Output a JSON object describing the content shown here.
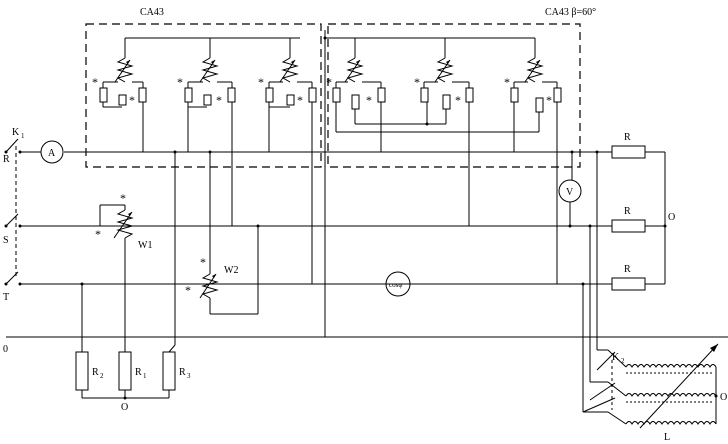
{
  "labels": {
    "meter_left": "CA43",
    "meter_right": "CA43 β=60°",
    "phase_r": "R",
    "phase_s": "S",
    "phase_t": "T",
    "neutral": "0",
    "switch_k1": "K",
    "switch_k1_sub": "1",
    "ammeter": "A",
    "voltmeter": "V",
    "cosphi": "cosφ",
    "w1": "W1",
    "w2": "W2",
    "res_load_1": "R",
    "res_load_2": "R",
    "res_load_3": "R",
    "load_star_node": "O",
    "r1": "R",
    "r1_sub": "1",
    "r2": "R",
    "r2_sub": "2",
    "r3": "R",
    "r3_sub": "3",
    "bottom_node": "O",
    "switch_k2": "K",
    "switch_k2_sub": "2",
    "inductor_node": "O",
    "inductor": "L",
    "star_mark": "*"
  }
}
